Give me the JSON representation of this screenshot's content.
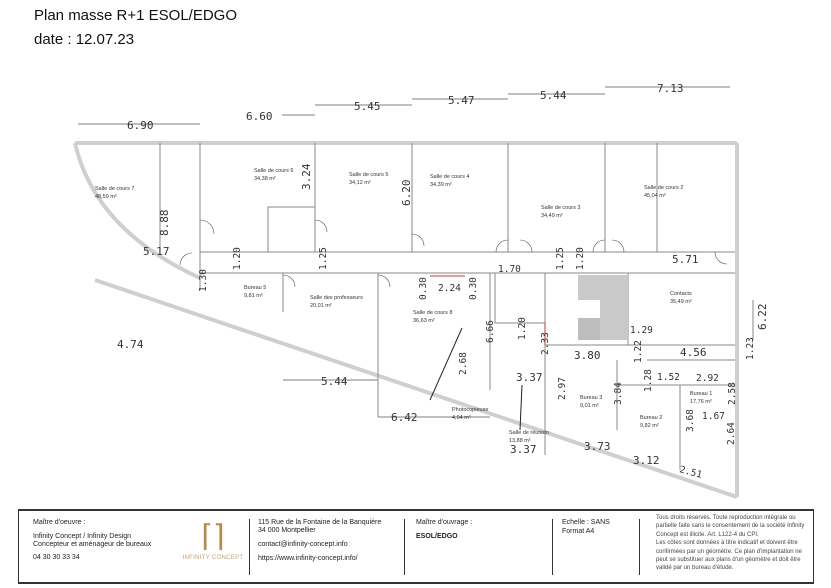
{
  "header": {
    "title": "Plan masse R+1 ESOL/EDGO",
    "date": "date : 12.07.23"
  },
  "rooms": [
    {
      "name": "Salle de cours 7",
      "area": "48,59 m²"
    },
    {
      "name": "Salle de cours 6",
      "area": "34,38 m²"
    },
    {
      "name": "Salle de cours 5",
      "area": "34,12 m²"
    },
    {
      "name": "Salle de cours 4",
      "area": "34,39 m²"
    },
    {
      "name": "Salle de cours 3",
      "area": "34,49 m²"
    },
    {
      "name": "Salle de cours 2",
      "area": "45,04 m²"
    },
    {
      "name": "Bureau 5",
      "area": "9,81 m²"
    },
    {
      "name": "Salle des professeurs",
      "area": "20,01 m²"
    },
    {
      "name": "Salle de cours 8",
      "area": "36,63 m²"
    },
    {
      "name": "Contacts",
      "area": "35,49 m²"
    },
    {
      "name": "Photocopieuse",
      "area": "4,04 m²"
    },
    {
      "name": "Salle de réunion",
      "area": "13,88 m²"
    },
    {
      "name": "Bureau 3",
      "area": "9,01 m²"
    },
    {
      "name": "Bureau 2",
      "area": "9,82 m²"
    },
    {
      "name": "Bureau 1",
      "area": "17,76 m²"
    }
  ],
  "dimensions": [
    "6.90",
    "6.60",
    "5.45",
    "5.47",
    "5.44",
    "7.13",
    "3.24",
    "6.20",
    "8.88",
    "5.17",
    "1.20",
    "1.25",
    "1.30",
    "1.70",
    "2.24",
    "0.30",
    "0.30",
    "1.25",
    "1.20",
    "5.71",
    "6.22",
    "6.66",
    "1.20",
    "2.33",
    "3.80",
    "1.29",
    "1.22",
    "4.56",
    "1.23",
    "4.74",
    "5.44",
    "2.68",
    "3.37",
    "2.97",
    "1.28",
    "1.52",
    "2.92",
    "2.58",
    "3.84",
    "1.67",
    "3.68",
    "2.64",
    "6.42",
    "3.37",
    "3.73",
    "3.12",
    "2.51"
  ],
  "footer": {
    "moe_label": "Maître d'oeuvre :",
    "moe_name": "Infinity Concept / Infinity Design",
    "moe_desc": "Concepteur et aménageur de bureaux",
    "phone": "04 30 30 33 34",
    "logo_text": "INFINITY CONCEPT",
    "address1": "115 Rue de la Fontaine de la Banquière",
    "address2": "34 000 Montpellier",
    "email": "contact@infinity-concept.info",
    "website": "https://www.infinity-concept.info/",
    "mo_label": "Maître d'ouvrage :",
    "mo_name": "ESOL/EDGO",
    "scale": "Echelle : SANS",
    "format": "Format A4",
    "legal1": "Tous droits réservés. Toute reproduction intégrale ou partielle faite sans le consentement de la société Infinity Concept est illicite. Art. L122-4 du CPI.",
    "legal2": "Les côtes sont données à titre indicatif et doivent être confirmées par un géomètre. Ce plan d'implantation ne peut se substituer aux plans d'un géomètre et doit être validé par un bureau d'étude."
  }
}
